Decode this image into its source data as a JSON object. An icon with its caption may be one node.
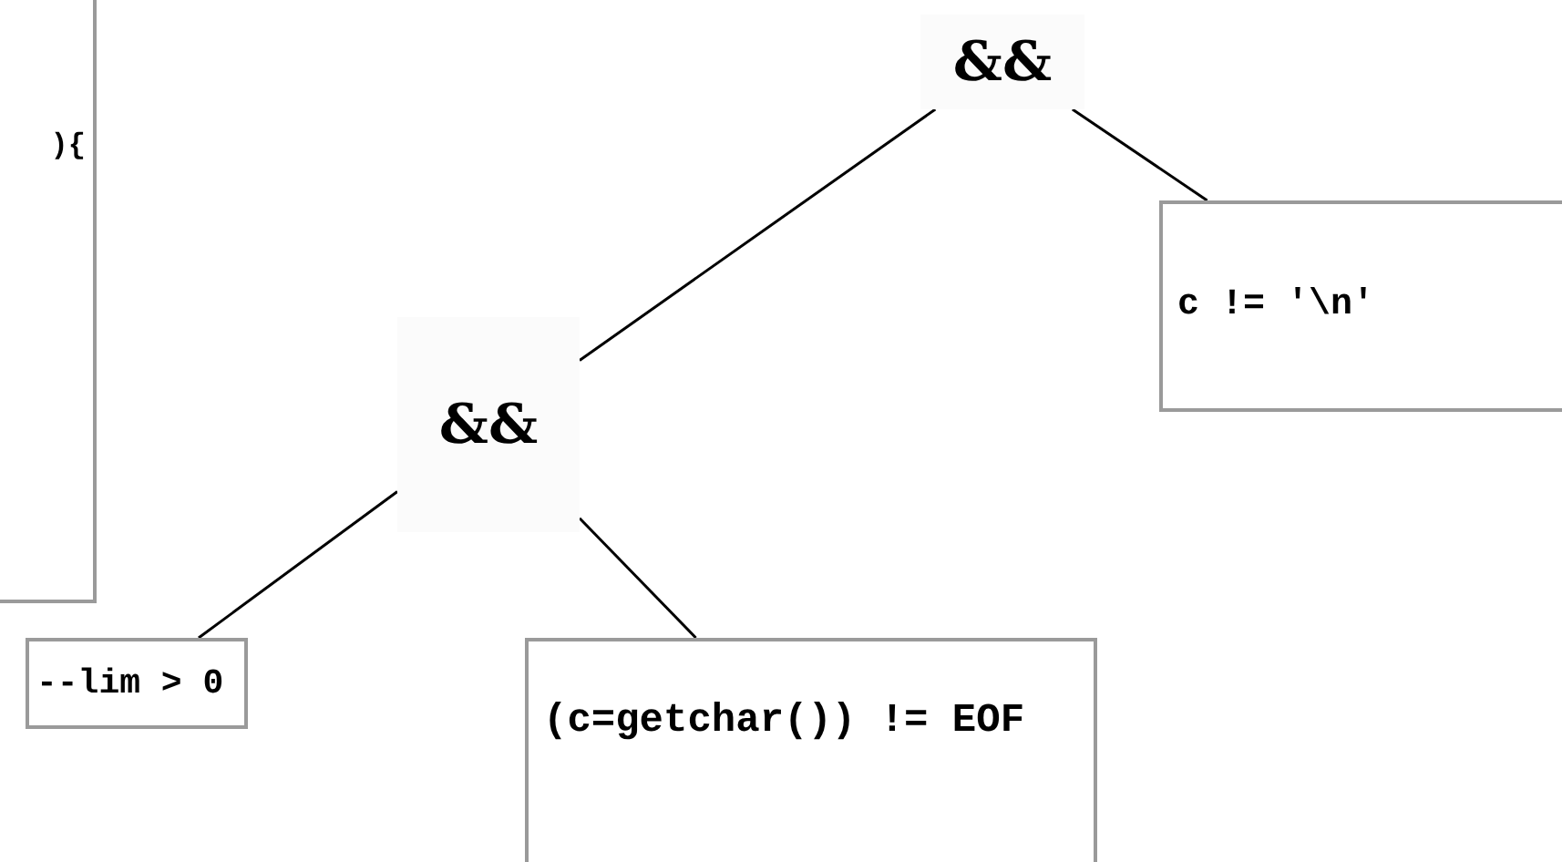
{
  "diagram": {
    "nodes": [
      {
        "text": [
          "){"
        ]
      },
      {
        "text": [
          "&&"
        ]
      },
      {
        "text": [
          "&&"
        ]
      },
      {
        "text": [
          "c != '\\n'"
        ]
      },
      {
        "text": [
          "--lim > 0"
        ]
      },
      {
        "text": [
          "(c=getchar()) != EOF"
        ]
      }
    ],
    "edges": [
      {
        "from": 1,
        "to": 2,
        "arrow": "none"
      },
      {
        "from": 1,
        "to": 3,
        "arrow": "none"
      },
      {
        "from": 2,
        "to": 4,
        "arrow": "none"
      },
      {
        "from": 2,
        "to": 5,
        "arrow": "none"
      }
    ]
  }
}
